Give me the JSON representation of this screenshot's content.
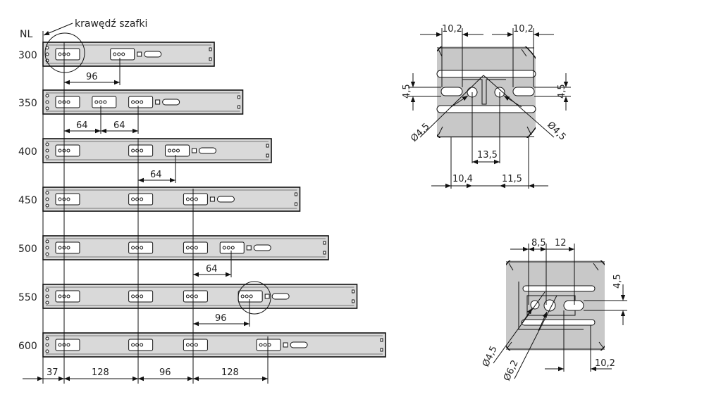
{
  "header": {
    "nl_label": "NL",
    "edge_label": "krawędź szafki"
  },
  "rails": [
    {
      "label": "300",
      "nl": 300
    },
    {
      "label": "350",
      "nl": 350
    },
    {
      "label": "400",
      "nl": 400
    },
    {
      "label": "450",
      "nl": 450
    },
    {
      "label": "500",
      "nl": 500
    },
    {
      "label": "550",
      "nl": 550
    },
    {
      "label": "600",
      "nl": 600
    }
  ],
  "rail_dims": {
    "r300": "96",
    "r350a": "64",
    "r350b": "64",
    "r400": "64",
    "r500": "64",
    "r550": "96"
  },
  "bottom_dims": {
    "d1": "37",
    "d2": "128",
    "d3": "96",
    "d4": "128"
  },
  "detail_top": {
    "w_left": "10,2",
    "w_right": "10,2",
    "h_left": "4,5",
    "h_right": "4,5",
    "dia_left": "Ø4,5",
    "dia_right": "Ø4,5",
    "center": "13,5",
    "bottom_left": "10,4",
    "bottom_right": "11,5"
  },
  "detail_bottom": {
    "w_a": "8,5",
    "w_b": "12",
    "h": "4,5",
    "dia_a": "Ø4,5",
    "dia_b": "Ø6,2",
    "bottom": "10,2"
  },
  "colors": {
    "rail_fill": "#d9d9d9",
    "plate_fill": "#c8c8c8",
    "line": "#111111"
  }
}
